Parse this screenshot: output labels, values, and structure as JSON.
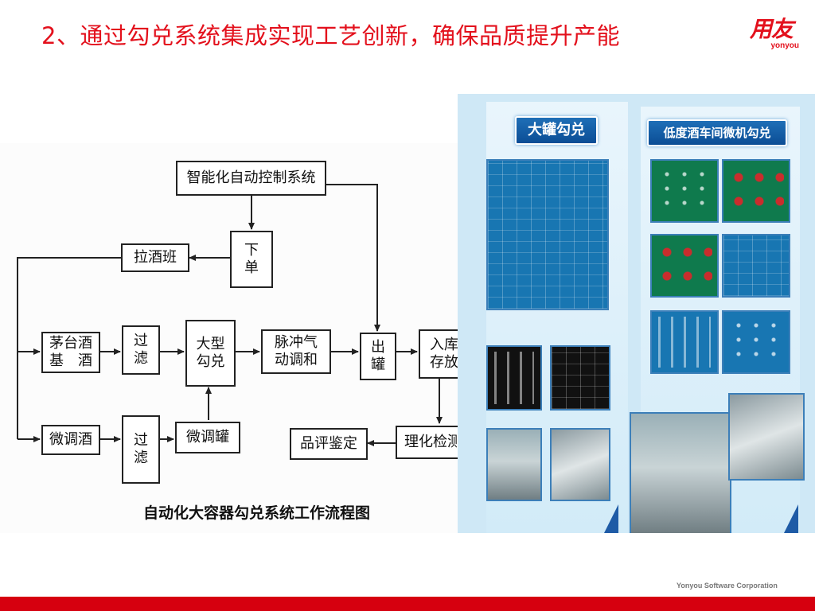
{
  "slide": {
    "title": "2、通过勾兑系统集成实现工艺创新，确保品质提升产能",
    "footer_company": "Yonyou Software Corporation"
  },
  "logo": {
    "chinese": "用友",
    "english": "yonyou"
  },
  "flowchart": {
    "caption": "自动化大容器勾兑系统工作流程图",
    "nodes": {
      "control": "智能化自动控制系统",
      "order": "下单",
      "pull_wine": "拉酒班",
      "maotai_base": "茅台酒基　酒",
      "filter1": "过滤",
      "large_blend": "大型勾兑",
      "pulse": "脉冲气动调和",
      "out_tank": "出罐",
      "storage": "入库存放",
      "micro_wine": "微调酒",
      "filter2": "过滤",
      "micro_tank": "微调罐",
      "inspection": "理化检测",
      "tasting": "品评鉴定"
    }
  },
  "panels": {
    "left_title": "大罐勾兑",
    "right_title": "低度酒车间微机勾兑"
  },
  "colors": {
    "title_red": "#e3101c",
    "footer_red": "#d6000f",
    "panel_blue": "#0b4d95"
  }
}
